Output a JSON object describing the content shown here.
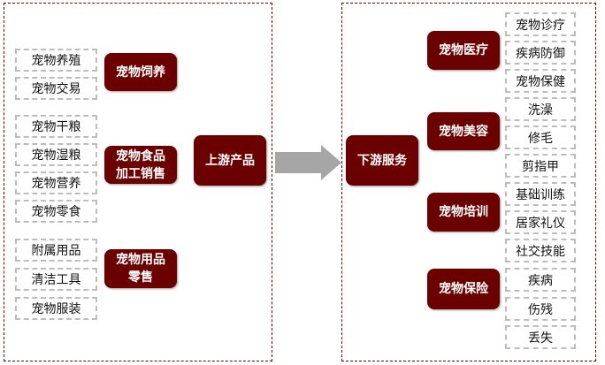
{
  "upstream": {
    "title": "上游产品",
    "groups": [
      {
        "label": "宠物饲养",
        "items": [
          "宠物养殖",
          "宠物交易"
        ]
      },
      {
        "label": "宠物食品加工销售",
        "items": [
          "宠物干粮",
          "宠物湿粮",
          "宠物营养",
          "宠物零食"
        ]
      },
      {
        "label": "宠物用品零售",
        "items": [
          "附属用品",
          "清洁工具",
          "宠物服装"
        ]
      }
    ]
  },
  "downstream": {
    "title": "下游服务",
    "groups": [
      {
        "label": "宠物医疗",
        "items": [
          "宠物诊疗",
          "疾病防御",
          "宠物保健"
        ]
      },
      {
        "label": "宠物美容",
        "items": [
          "洗澡",
          "修毛",
          "剪指甲"
        ]
      },
      {
        "label": "宠物培训",
        "items": [
          "基础训练",
          "居家礼仪",
          "社交技能"
        ]
      },
      {
        "label": "宠物保险",
        "items": [
          "疾病",
          "伤残",
          "丢失"
        ]
      }
    ]
  },
  "colors": {
    "box": "#6b0000",
    "arrow": "#a6a6a6"
  }
}
